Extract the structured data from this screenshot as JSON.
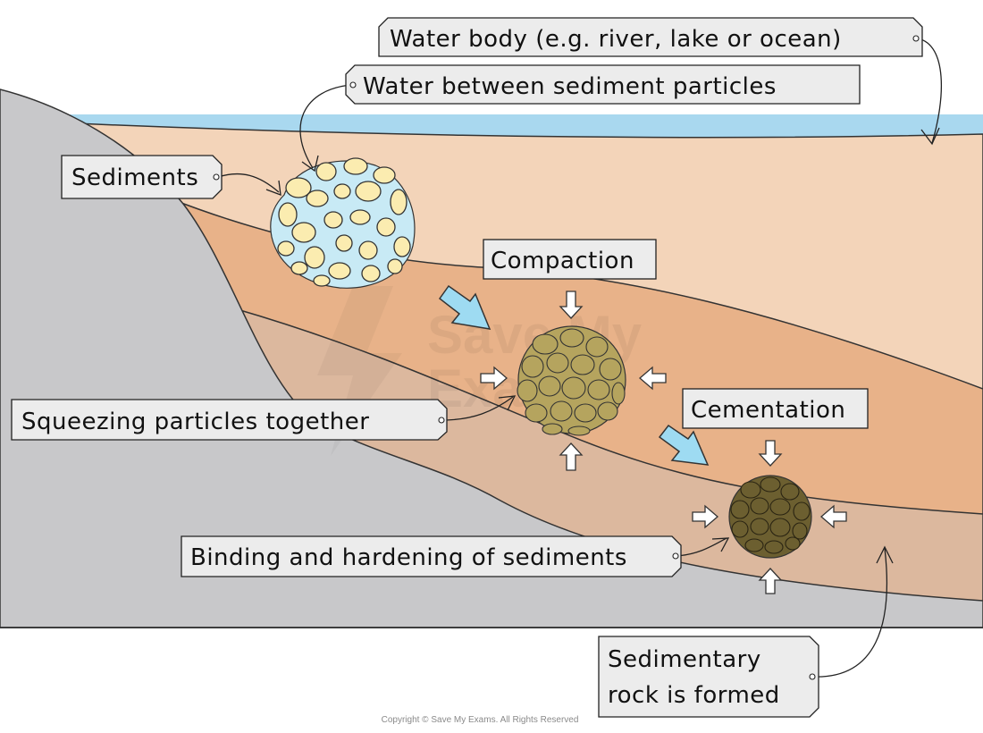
{
  "labels": {
    "water_body": "Water body (e.g. river, lake or ocean)",
    "water_between": "Water between sediment particles",
    "sediments": "Sediments",
    "compaction": "Compaction",
    "squeezing": "Squeezing particles together",
    "cementation": "Cementation",
    "binding": "Binding and hardening of sediments",
    "rock_formed_line1": "Sedimentary",
    "rock_formed_line2": "rock is formed"
  },
  "watermark": {
    "line1": "Save My",
    "line2": "Exams"
  },
  "copyright": "Copyright © Save My Exams. All Rights Reserved",
  "colors": {
    "water": "#a9d8ef",
    "layer_top": "#f3d4b9",
    "layer_middle": "#e8b289",
    "layer_bottom": "#dcb89e",
    "bedrock": "#c8c8ca",
    "loose_sediment": "#fbecb0",
    "compacted_sediment": "#b5a45e",
    "cemented_sediment": "#6c5f30",
    "process_arrow": "#9edbf2",
    "label_box": "#ececec"
  }
}
